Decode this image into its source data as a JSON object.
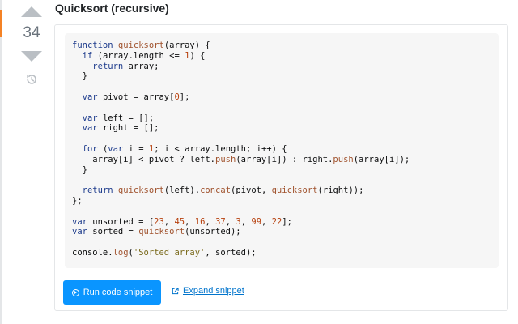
{
  "vote": {
    "count": "34"
  },
  "answer": {
    "title": "Quicksort (recursive)"
  },
  "code": {
    "text": "function quicksort(array) {\n  if (array.length <= 1) {\n    return array;\n  }\n\n  var pivot = array[0];\n\n  var left = [];\n  var right = [];\n\n  for (var i = 1; i < array.length; i++) {\n    array[i] < pivot ? left.push(array[i]) : right.push(array[i]);\n  }\n\n  return quicksort(left).concat(pivot, quicksort(right));\n};\n\nvar unsorted = [23, 45, 16, 37, 3, 99, 22];\nvar sorted = quicksort(unsorted);\n\nconsole.log('Sorted array', sorted);"
  },
  "snippet": {
    "run_label": "Run code snippet",
    "expand_label": "Expand snippet"
  },
  "icons": {
    "vote_up": "arrow-up-icon",
    "vote_down": "arrow-down-icon",
    "history": "history-icon",
    "run": "play-circle-icon",
    "expand": "external-link-icon"
  },
  "colors": {
    "accent": "#f48225",
    "button": "#0a95ff",
    "link": "#0074cc",
    "code_bg": "#f6f6f6"
  }
}
